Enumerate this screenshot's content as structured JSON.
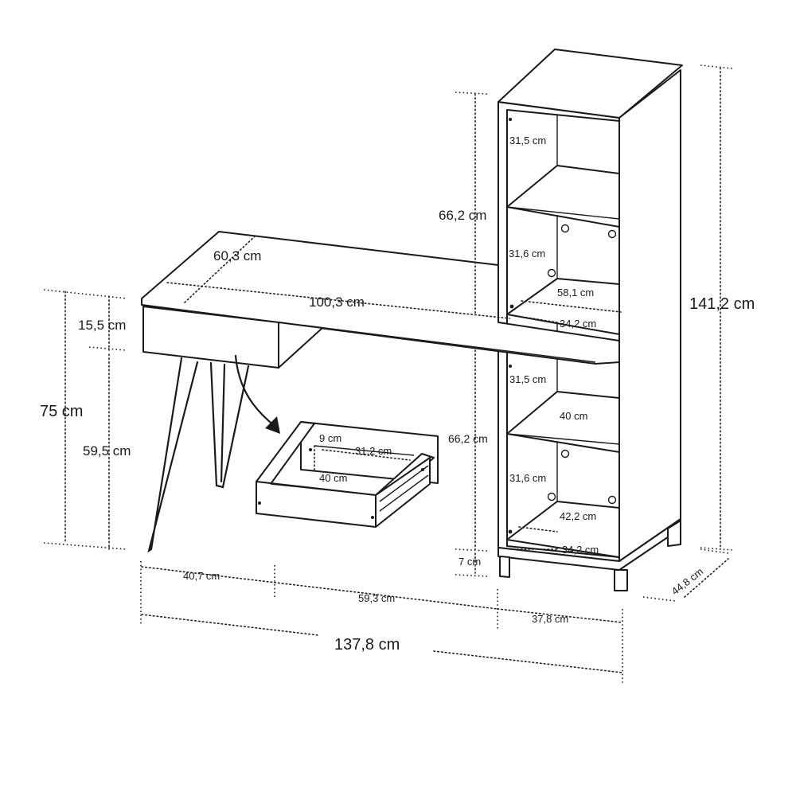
{
  "dimensions": {
    "total_height": "141,2 cm",
    "total_width": "137,8 cm",
    "desk_height": "75 cm",
    "drawer_front_height": "15,5 cm",
    "leg_height": "59,5 cm",
    "desk_depth": "60,3 cm",
    "desk_top_width": "100,3 cm",
    "upper_tower_height": "66,2 cm",
    "lower_tower_height": "66,2 cm",
    "base_height": "7 cm",
    "tower_depth": "44,8 cm",
    "drawer_section_width": "40,7 cm",
    "middle_section_width": "59,3 cm",
    "tower_width": "37,8 cm"
  },
  "tower_labels": {
    "upper_top_shelf": "31,5 cm",
    "upper_bottom_shelf": "31,6 cm",
    "upper_inner_depth": "58,1 cm",
    "upper_inner_width": "34,2 cm",
    "lower_top_shelf": "31,5 cm",
    "lower_shelf_depth": "40 cm",
    "lower_bottom_shelf": "31,6 cm",
    "lower_inner_depth": "42,2 cm",
    "lower_inner_width": "34,2 cm"
  },
  "drawer_labels": {
    "inner_height": "9 cm",
    "inner_width": "31,2 cm",
    "inner_depth": "40 cm"
  }
}
